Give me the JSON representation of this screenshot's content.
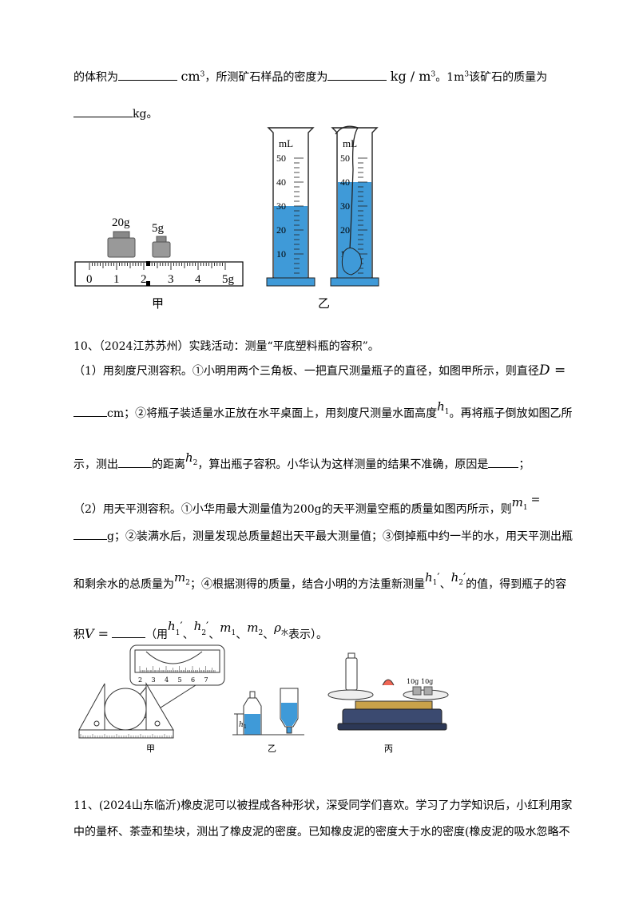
{
  "q9_tail": {
    "line1_a": "的体积为",
    "unit_cm3": "cm",
    "line1_b": "，所测矿石样品的密度为",
    "unit_kgm3": "kg / m",
    "line1_c": "。1m",
    "line1_d": "该矿石的质量为",
    "line2_end": "kg。",
    "exp3": "3"
  },
  "fig_top": {
    "weight1": "20g",
    "weight2": "5g",
    "scale_labels": [
      "0",
      "1",
      "2",
      "3",
      "4",
      "5g"
    ],
    "cyl_unit": "mL",
    "cyl_ticks": [
      "50",
      "40",
      "30",
      "20",
      "10"
    ],
    "cap_left": "甲",
    "cap_right": "乙",
    "water_level_a_ml": 30,
    "water_level_b_ml": 40
  },
  "q10": {
    "title": "10、（2024江苏苏州）实践活动：测量“平底塑料瓶的容积”。",
    "p1_a": "（1）用刻度尺测容积。①小明用两个三角板、一把直尺测量瓶子的直径，如图甲所示，则直径",
    "D": "D =",
    "p1_b": "cm；②将瓶子装适量水正放在水平桌面上，用刻度尺测量水面高度",
    "h1": "h",
    "h1_sub": "1",
    "p1_c": "。再将瓶子倒放如图乙所",
    "p1_d": "示，测出",
    "p1_e": "的距离",
    "h2": "h",
    "h2_sub": "2",
    "p1_f": "，算出瓶子容积。小华认为这样测量的结果不准确，原因是",
    "p1_g": "；",
    "p2_a": "（2）用天平测容积。①小华用最大测量值为200g的天平测量空瓶的质量如图丙所示，则",
    "m1": "m",
    "m1_sub": "1",
    "eq": "=",
    "p2_b": "g；②装满水后，测量发现总质量超出天平最大测量值；③倒掉瓶中约一半的水，用天平测出瓶",
    "p2_c": "和剩余水的总质量为",
    "m2": "m",
    "m2_sub": "2",
    "p2_d": "；④根据测得的质量，结合小明的方法重新测量",
    "h1p": "h",
    "prime": "′",
    "sep": "、",
    "p2_e": "的值，得到瓶子的容",
    "p2_f": "积",
    "V": "V =",
    "p2_g": "（用",
    "rho": "ρ",
    "rho_sub": "水",
    "p2_h": "表示）。"
  },
  "fig_mid": {
    "ruler_labels": [
      "2",
      "3",
      "4",
      "5",
      "6",
      "7"
    ],
    "cap1": "甲",
    "cap2": "乙",
    "cap3": "丙",
    "h1_label": "h",
    "h1_label_sub": "1",
    "w1": "10g",
    "w2": "10g"
  },
  "q11": {
    "line1": "11、(2024山东临沂)橡皮泥可以被捏成各种形状，深受同学们喜欢。学习了力学知识后，小红利用家",
    "line2": "中的量杯、茶壶和垫块，测出了橡皮泥的密度。已知橡皮泥的密度大于水的密度(橡皮泥的吸水忽略不"
  }
}
